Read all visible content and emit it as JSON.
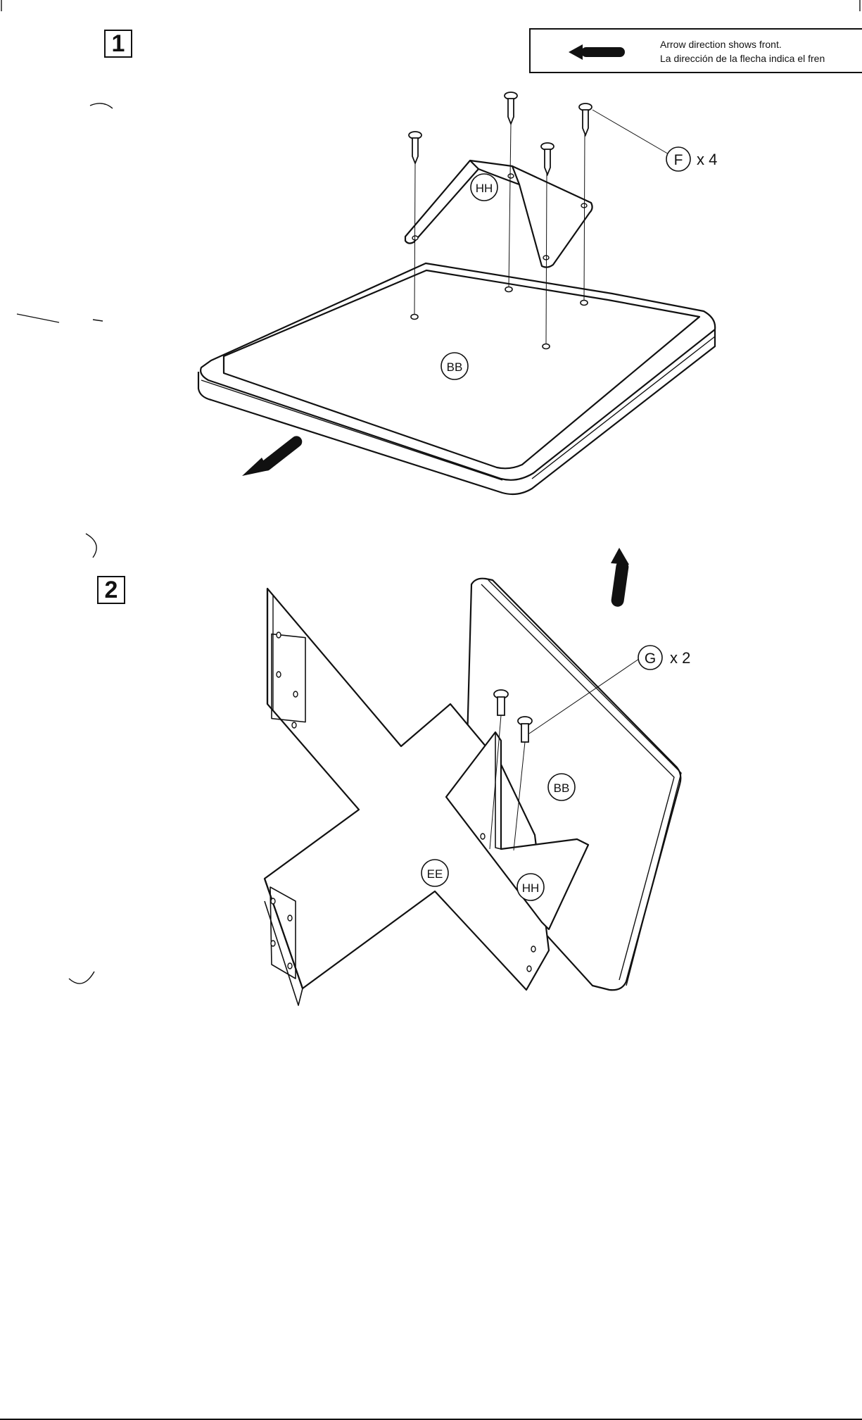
{
  "steps": [
    {
      "number": "1"
    },
    {
      "number": "2"
    }
  ],
  "note": {
    "line1": "Arrow direction shows front.",
    "line2": "La dirección de la flecha indica el fren"
  },
  "parts": {
    "F": {
      "label": "F",
      "qty": "x 4"
    },
    "G": {
      "label": "G",
      "qty": "x 2"
    },
    "HH": "HH",
    "BB": "BB",
    "EE": "EE"
  },
  "icons": {
    "front_arrow": "left-arrow-icon",
    "screw": "screw-icon",
    "bolt": "bolt-icon"
  },
  "colors": {
    "ink": "#111111",
    "paper": "#ffffff"
  }
}
